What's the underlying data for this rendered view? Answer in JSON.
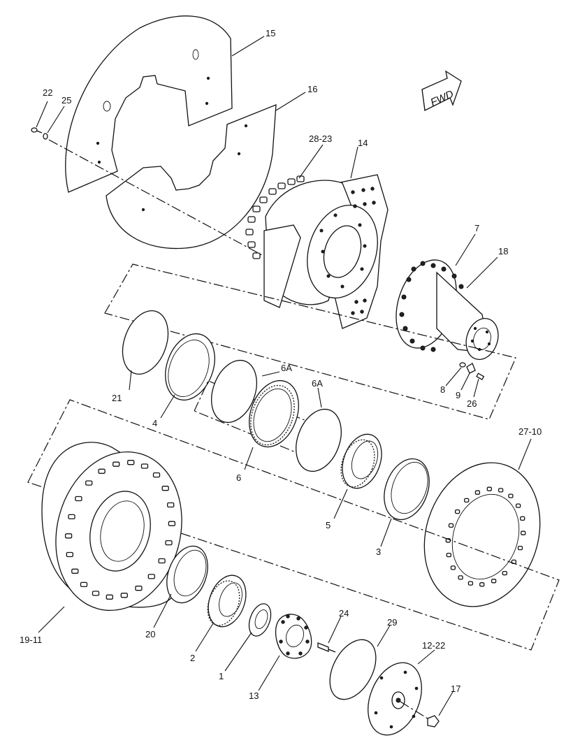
{
  "direction_label": "FWD",
  "callouts": {
    "c15": "15",
    "c16": "16",
    "c22": "22",
    "c25": "25",
    "c28_23": "28-23",
    "c14": "14",
    "c7": "7",
    "c18": "18",
    "c21": "21",
    "c4": "4",
    "c6a_1": "6A",
    "c6a_2": "6A",
    "c6": "6",
    "c8": "8",
    "c9": "9",
    "c26": "26",
    "c27_10": "27-10",
    "c5": "5",
    "c3": "3",
    "c19_11": "19-11",
    "c20": "20",
    "c2": "2",
    "c1": "1",
    "c13": "13",
    "c24": "24",
    "c29": "29",
    "c12_22": "12-22",
    "c17": "17"
  }
}
